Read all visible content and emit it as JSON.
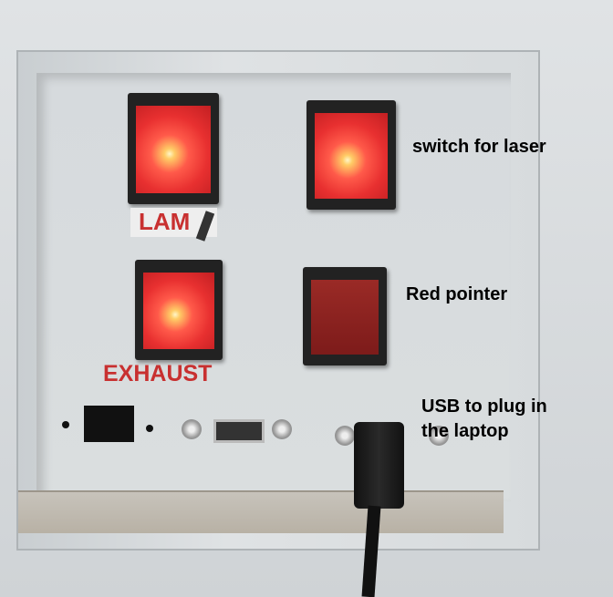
{
  "labels": {
    "lam": "LAM",
    "exhaust": "EXHAUST"
  },
  "annotations": {
    "laser": "switch for laser",
    "pointer": "Red pointer",
    "usb_line1": "USB to plug in",
    "usb_line2": "the laptop"
  }
}
